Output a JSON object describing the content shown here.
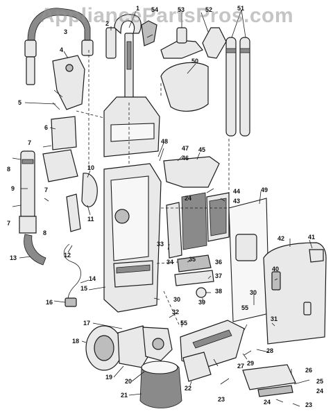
{
  "watermark": "AppliancePartsPros.com",
  "callouts": [
    {
      "id": "1",
      "text": "1"
    },
    {
      "id": "2",
      "text": "2"
    },
    {
      "id": "3",
      "text": "3"
    },
    {
      "id": "4",
      "text": "4"
    },
    {
      "id": "5",
      "text": "5"
    },
    {
      "id": "6",
      "text": "6"
    },
    {
      "id": "7a",
      "text": "7"
    },
    {
      "id": "7b",
      "text": "7"
    },
    {
      "id": "7c",
      "text": "7"
    },
    {
      "id": "8a",
      "text": "8"
    },
    {
      "id": "8b",
      "text": "8"
    },
    {
      "id": "9",
      "text": "9"
    },
    {
      "id": "10",
      "text": "10"
    },
    {
      "id": "11",
      "text": "11"
    },
    {
      "id": "12",
      "text": "12"
    },
    {
      "id": "13",
      "text": "13"
    },
    {
      "id": "14",
      "text": "14"
    },
    {
      "id": "15",
      "text": "15"
    },
    {
      "id": "16",
      "text": "16"
    },
    {
      "id": "17",
      "text": "17"
    },
    {
      "id": "18",
      "text": "18"
    },
    {
      "id": "19",
      "text": "19"
    },
    {
      "id": "20",
      "text": "20"
    },
    {
      "id": "21",
      "text": "21"
    },
    {
      "id": "22",
      "text": "22"
    },
    {
      "id": "23a",
      "text": "23"
    },
    {
      "id": "23b",
      "text": "23"
    },
    {
      "id": "24a",
      "text": "24"
    },
    {
      "id": "24b",
      "text": "24"
    },
    {
      "id": "24c",
      "text": "24"
    },
    {
      "id": "25",
      "text": "25"
    },
    {
      "id": "26",
      "text": "26"
    },
    {
      "id": "27",
      "text": "27"
    },
    {
      "id": "28",
      "text": "28"
    },
    {
      "id": "29",
      "text": "29"
    },
    {
      "id": "30a",
      "text": "30"
    },
    {
      "id": "30b",
      "text": "30"
    },
    {
      "id": "31",
      "text": "31"
    },
    {
      "id": "32",
      "text": "32"
    },
    {
      "id": "33",
      "text": "33"
    },
    {
      "id": "34",
      "text": "34"
    },
    {
      "id": "35",
      "text": "35"
    },
    {
      "id": "36",
      "text": "36"
    },
    {
      "id": "37",
      "text": "37"
    },
    {
      "id": "38",
      "text": "38"
    },
    {
      "id": "39",
      "text": "39"
    },
    {
      "id": "40",
      "text": "40"
    },
    {
      "id": "41",
      "text": "41"
    },
    {
      "id": "42",
      "text": "42"
    },
    {
      "id": "43",
      "text": "43"
    },
    {
      "id": "44",
      "text": "44"
    },
    {
      "id": "45",
      "text": "45"
    },
    {
      "id": "46",
      "text": "46"
    },
    {
      "id": "47",
      "text": "47"
    },
    {
      "id": "48",
      "text": "48"
    },
    {
      "id": "49",
      "text": "49"
    },
    {
      "id": "50",
      "text": "50"
    },
    {
      "id": "51",
      "text": "51"
    },
    {
      "id": "52",
      "text": "52"
    },
    {
      "id": "53",
      "text": "53"
    },
    {
      "id": "54",
      "text": "54"
    },
    {
      "id": "55a",
      "text": "55"
    },
    {
      "id": "55b",
      "text": "55"
    }
  ]
}
